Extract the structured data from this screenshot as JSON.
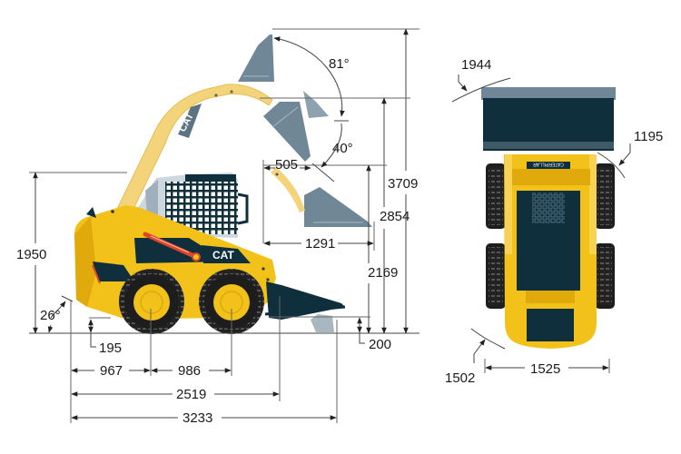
{
  "diagram": {
    "subject": "Skid steer loader dimensions",
    "brand_marks": {
      "boom_logo": "CAT",
      "body_logo": "CAT",
      "top_view_badge": "CATERPILLAR"
    },
    "colors": {
      "machine_yellow": "#f2c21a",
      "boom_yellow": "#f3d47a",
      "dark_teal": "#0f2f3d",
      "bucket_gray": "#6f8797",
      "bucket_gray_light": "#a9b7c1",
      "accent_red": "#e0452a",
      "tire_black": "#1d1d1d",
      "dimension_line": "#444444"
    },
    "side_view": {
      "dimensions": {
        "max_hinge_pin_height_bucket_angle": "81°",
        "dump_angle": "40°",
        "reach_at_dump": "505",
        "overall_height_bucket_raised": "3709",
        "hinge_pin_height": "2854",
        "dump_height": "2169",
        "reach_bucket_level": "1291",
        "overall_height_cab": "1950",
        "departure_angle": "26°",
        "ground_clearance": "195",
        "dig_depth": "200",
        "rear_axle_to_rear": "967",
        "wheelbase": "986",
        "length_without_bucket": "2519",
        "length_with_bucket": "3233"
      }
    },
    "top_view": {
      "dimensions": {
        "bucket_turning_radius": "1944",
        "front_turning_radius": "1195",
        "rear_turning_radius": "1502",
        "overall_width": "1525"
      }
    }
  }
}
